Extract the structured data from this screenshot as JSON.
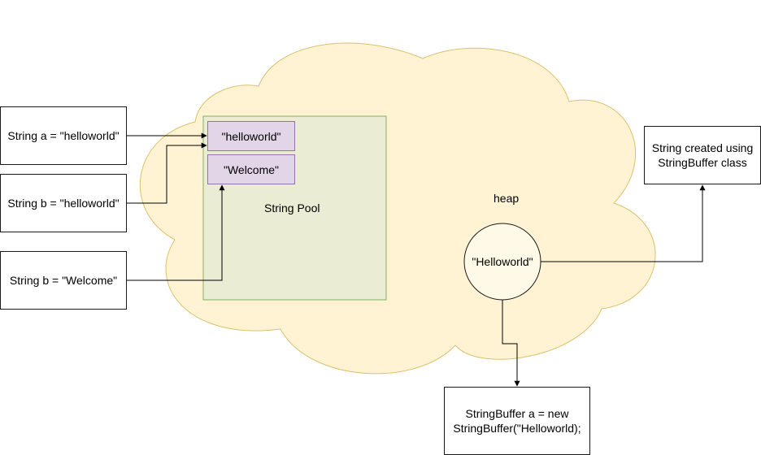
{
  "diagram": {
    "heap_label": "heap",
    "pool_label": "String Pool",
    "pool_items": [
      "\"helloworld\"",
      "\"Welcome\""
    ],
    "declarations": [
      "String a = \"helloworld\"",
      "String b = \"helloworld\"",
      "String b = \"Welcome\""
    ],
    "heap_object": "\"Helloworld\"",
    "stringbuffer_note": "String created using\nStringBuffer class",
    "stringbuffer_decl": "StringBuffer a = new\nStringBuffer(\"Helloworld);"
  },
  "colors": {
    "heap_fill": "#fff2cc",
    "heap_stroke": "#d6b656",
    "pool_fill": "#d5e8d4",
    "pool_stroke": "#82b366",
    "item_fill": "#e1d5e7",
    "item_stroke": "#9673a6"
  }
}
